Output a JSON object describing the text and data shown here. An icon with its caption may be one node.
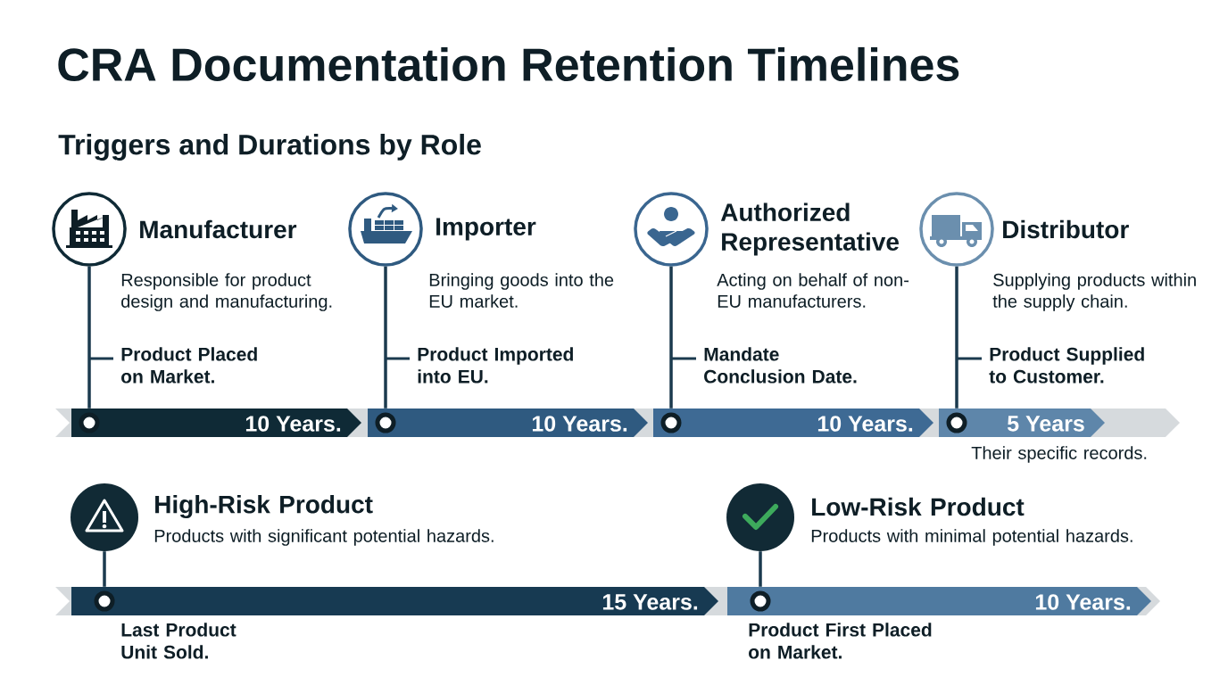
{
  "diagram": {
    "title": "CRA Documentation Retention Timelines",
    "nodes": [
      {
        "text": [
          "Manufacturer",
          "Responsible for product design and manufacturing."
        ],
        "beside": [
          "Product Placed on Market."
        ]
      },
      {
        "text": [
          "10 Years."
        ]
      },
      {
        "text": [
          "Importer",
          "Bringing goods into the EU market."
        ],
        "beside": [
          "Product Imported into EU."
        ]
      },
      {
        "text": [
          "10 Years."
        ]
      },
      {
        "text": [
          "Authorized Representative",
          "Acting on behalf of non-EU manufacturers."
        ],
        "beside": [
          "Mandate Conclusion Date."
        ]
      },
      {
        "text": [
          "10 Years."
        ]
      },
      {
        "text": [
          "Distributor",
          "Supplying products within the supply chain."
        ],
        "beside": [
          "Product Supplied to Customer."
        ]
      },
      {
        "text": [
          "5 Years"
        ],
        "beside": [
          "Their specific records."
        ]
      },
      {
        "text": [
          "High-Risk Product",
          "Products with significant potential hazards."
        ]
      },
      {
        "text": [
          "15 Years."
        ],
        "beside": [
          "Last Product Unit Sold."
        ]
      },
      {
        "text": [
          "Low-Risk Product",
          "Products with minimal potential hazards."
        ]
      },
      {
        "text": [
          "10 Years."
        ],
        "beside": [
          "Product First Placed on Market."
        ]
      }
    ],
    "edges": [
      {
        "from": 0,
        "to": 1,
        "arrow": "none"
      },
      {
        "from": 2,
        "to": 3,
        "arrow": "none"
      },
      {
        "from": 4,
        "to": 5,
        "arrow": "none"
      },
      {
        "from": 6,
        "to": 7,
        "arrow": "none"
      },
      {
        "from": 8,
        "to": 9,
        "arrow": "none"
      },
      {
        "from": 10,
        "to": 11,
        "arrow": "none"
      }
    ],
    "labels": [
      "Triggers and Durations by Role"
    ]
  }
}
